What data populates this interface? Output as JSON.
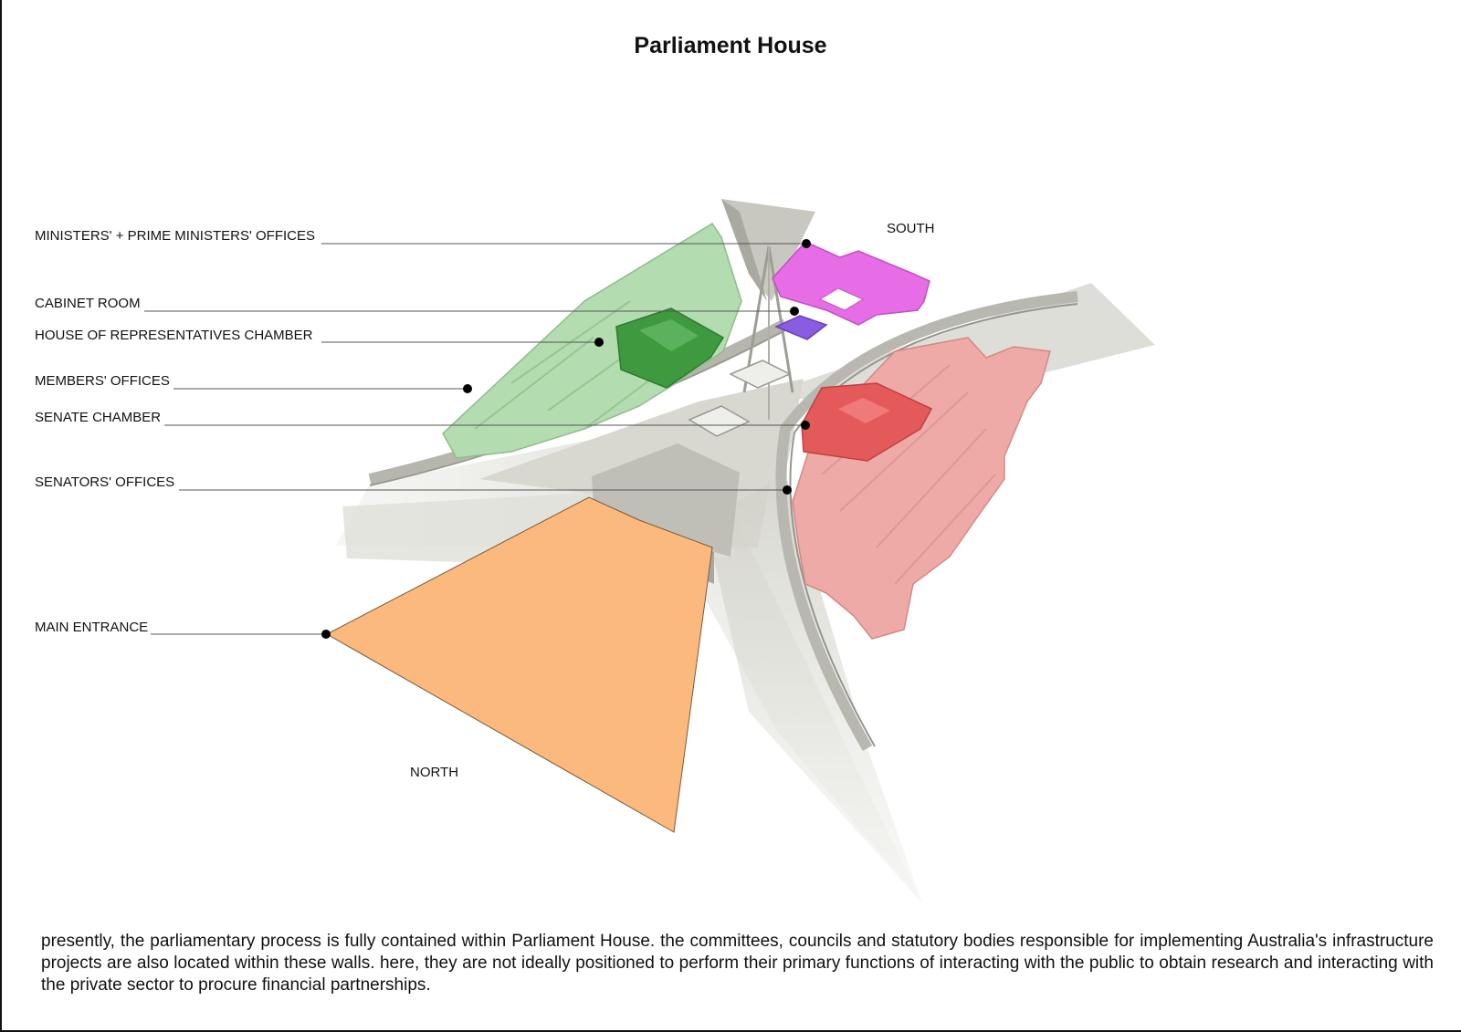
{
  "title": "Parliament House",
  "orientation": {
    "south": "SOUTH",
    "north": "NORTH"
  },
  "labels": [
    {
      "id": "ministers-offices",
      "text": "MINISTERS' + PRIME MINISTERS' OFFICES"
    },
    {
      "id": "cabinet-room",
      "text": "CABINET ROOM"
    },
    {
      "id": "house-of-representatives-chamber",
      "text": "HOUSE OF REPRESENTATIVES CHAMBER"
    },
    {
      "id": "members-offices",
      "text": "MEMBERS' OFFICES"
    },
    {
      "id": "senate-chamber",
      "text": "SENATE CHAMBER"
    },
    {
      "id": "senators-offices",
      "text": "SENATORS' OFFICES"
    },
    {
      "id": "main-entrance",
      "text": "MAIN ENTRANCE"
    }
  ],
  "colors": {
    "ministers_offices": "#e66de6",
    "cabinet_room": "#8a5ce0",
    "house_chamber": "#3f9a3f",
    "members_offices": "#b3dcb0",
    "senate_chamber": "#e45a5a",
    "senators_offices": "#eeaaa6",
    "main_entrance": "#fbb97d",
    "walls": "#c9c9c1"
  },
  "caption": "presently, the parliamentary process is fully contained within Parliament House. the committees, councils and statutory bodies responsible for implementing Australia's infrastructure projects are also located within these walls. here, they are not ideally positioned to perform their primary functions of interacting with the public to obtain research and interacting with the private sector to procure financial partnerships."
}
